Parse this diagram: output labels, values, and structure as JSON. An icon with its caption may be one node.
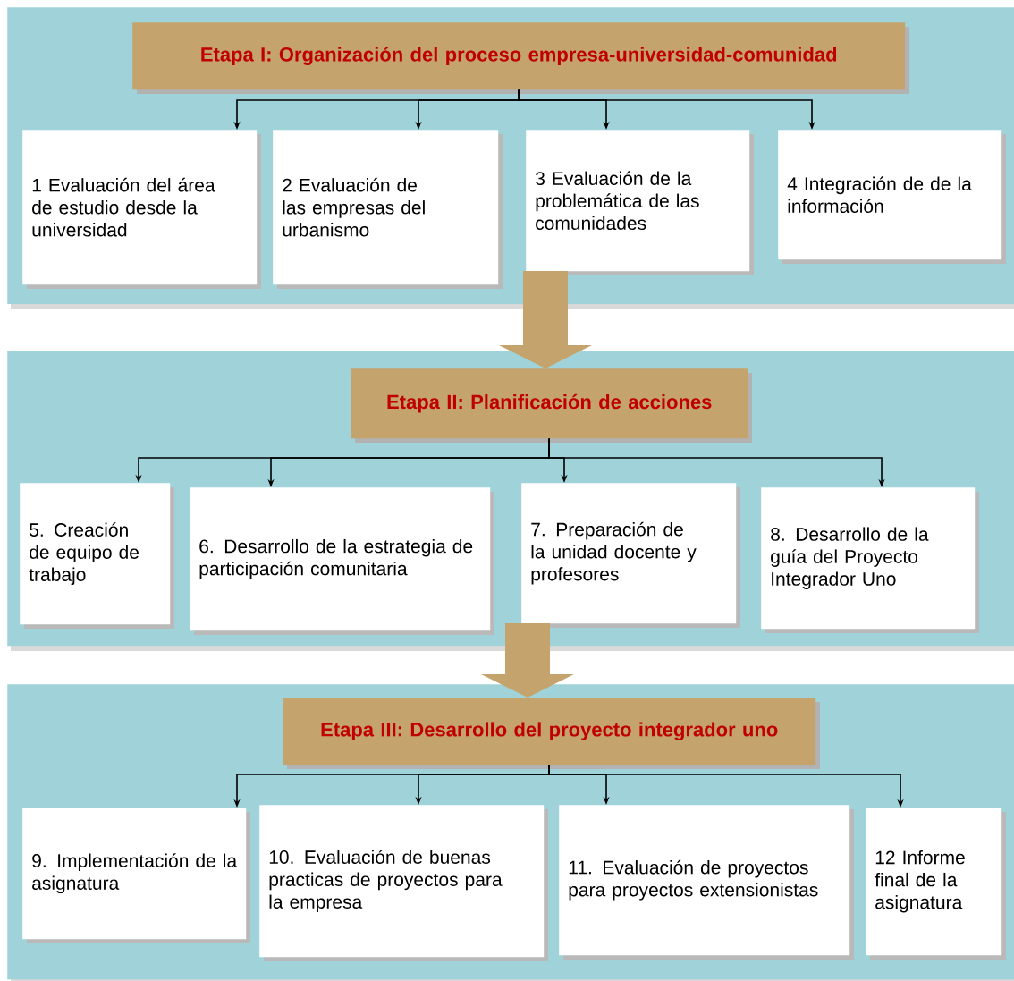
{
  "diagram": {
    "nodes": [
      {
        "text": [],
        "shape": "box"
      },
      {
        "text": [
          "Etapa I: Organización del proceso empresa-universidad-comunidad"
        ],
        "in": 0
      },
      {
        "text": [
          "1 Evaluación del área de estudio desde la universidad"
        ],
        "in": 0
      },
      {
        "text": [
          "2 Evaluación de las empresas del urbanismo"
        ],
        "in": 0
      },
      {
        "text": [
          "3 Evaluación de la problemática de las comunidades"
        ],
        "in": 0
      },
      {
        "text": [
          "4 Integración de de la información"
        ],
        "in": 0
      },
      {
        "text": [],
        "shape": "box"
      },
      {
        "text": [
          "Etapa II: Planificación de acciones"
        ],
        "in": 6
      },
      {
        "text": [
          "5. Creación de equipo de trabajo"
        ],
        "in": 6
      },
      {
        "text": [
          "6. Desarrollo de la estrategia de participación comunitaria"
        ],
        "in": 6
      },
      {
        "text": [
          "7. Preparación de la unidad docente y profesores"
        ],
        "in": 6
      },
      {
        "text": [
          "8. Desarrollo de la guía del Proyecto Integrador Uno"
        ],
        "in": 6
      },
      {
        "text": [],
        "shape": "box"
      },
      {
        "text": [
          "Etapa III: Desarrollo del proyecto integrador uno"
        ],
        "in": 12
      },
      {
        "text": [
          "9. Implementación de la asignatura"
        ],
        "in": 12
      },
      {
        "text": [
          "10. Evaluación de buenas practicas de proyectos para la empresa"
        ],
        "in": 12
      },
      {
        "text": [
          "11. Evaluación de proyectos para proyectos extensionistas"
        ],
        "in": 12
      },
      {
        "text": [
          "12 Informe final de la asignatura"
        ],
        "in": 12
      }
    ],
    "edges": [
      {
        "from": 1,
        "to": 2,
        "arrow": "to"
      },
      {
        "from": 1,
        "to": 3,
        "arrow": "to"
      },
      {
        "from": 1,
        "to": 4,
        "arrow": "to"
      },
      {
        "from": 1,
        "to": 5,
        "arrow": "to"
      },
      {
        "from": 7,
        "to": 8,
        "arrow": "to"
      },
      {
        "from": 7,
        "to": 9,
        "arrow": "to"
      },
      {
        "from": 7,
        "to": 10,
        "arrow": "to"
      },
      {
        "from": 7,
        "to": 11,
        "arrow": "to"
      },
      {
        "from": 13,
        "to": 14,
        "arrow": "to"
      },
      {
        "from": 13,
        "to": 15,
        "arrow": "to"
      },
      {
        "from": 13,
        "to": 16,
        "arrow": "to"
      },
      {
        "from": 13,
        "to": 17,
        "arrow": "to"
      },
      {
        "from": 4,
        "to": 7,
        "arrow": "to",
        "style": "thick",
        "color": "#c4a46c"
      },
      {
        "from": 10,
        "to": 13,
        "arrow": "to",
        "style": "thick",
        "color": "#c4a46c"
      }
    ]
  }
}
